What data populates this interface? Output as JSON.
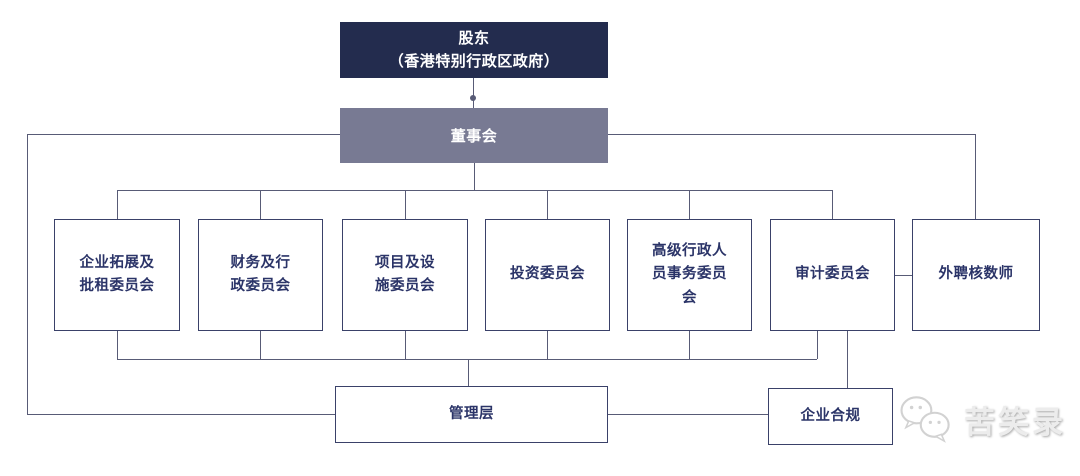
{
  "org_chart": {
    "shareholder_label": "股东\n（香港特别行政区政府）",
    "board_label": "董事会",
    "committees": [
      {
        "label": "企业拓展及\n批租委员会"
      },
      {
        "label": "财务及行\n政委员会"
      },
      {
        "label": "项目及设\n施委员会"
      },
      {
        "label": "投资委员会"
      },
      {
        "label": "高级行政人\n员事务委员\n会"
      },
      {
        "label": "审计委员会"
      },
      {
        "label": "外聘核数师"
      }
    ],
    "management_label": "管理层",
    "compliance_label": "企业合规"
  },
  "watermark": {
    "text": "苦笑录",
    "icon": "chat-bubbles"
  },
  "colors": {
    "shareholder_bg": "#232c4e",
    "board_bg": "#787a93",
    "box_border": "#3a4169",
    "line": "#585b76",
    "text": "#2b3468",
    "watermark": "#ececec"
  }
}
